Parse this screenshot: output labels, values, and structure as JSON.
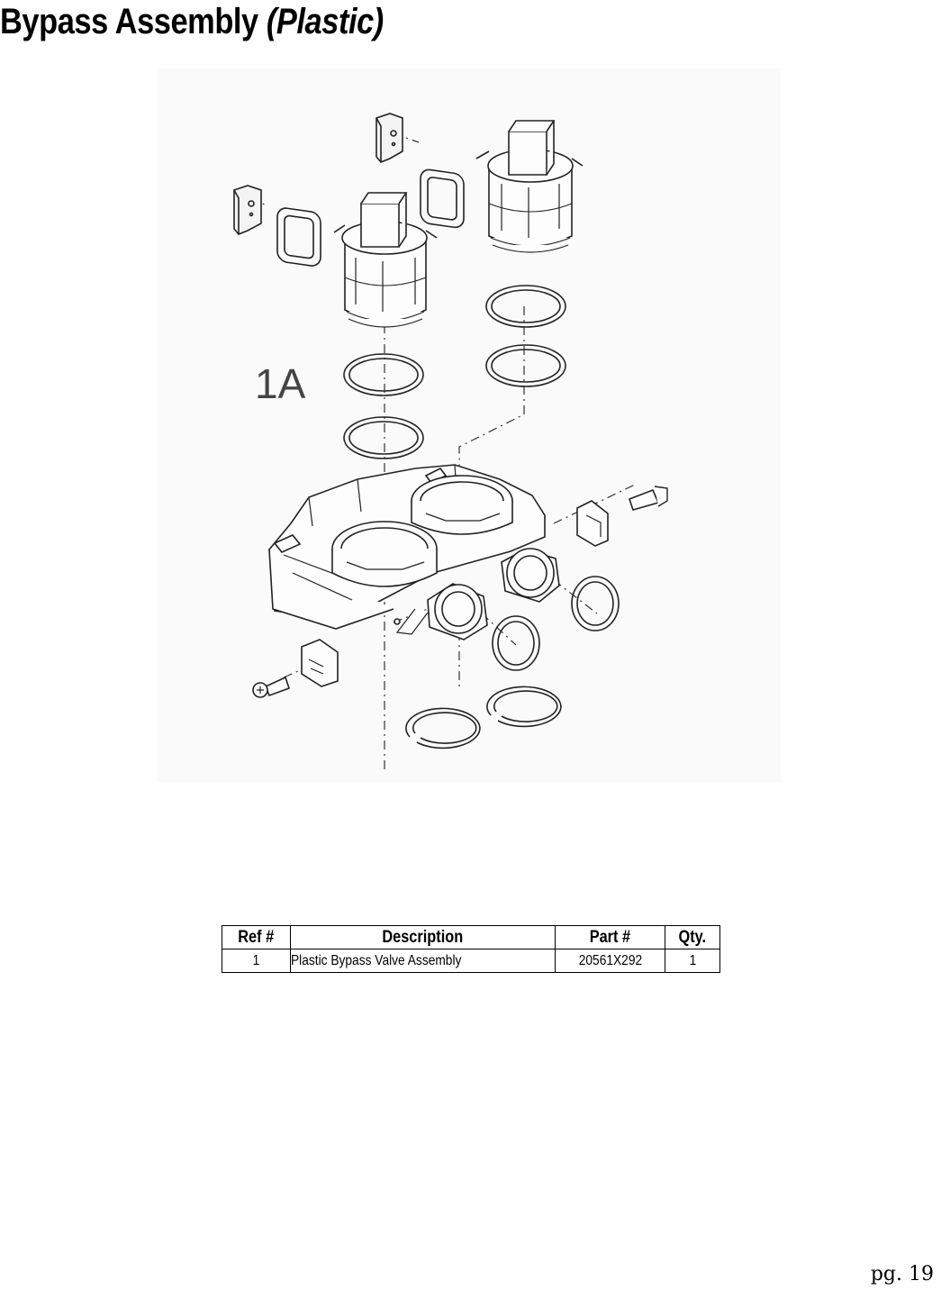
{
  "page": {
    "title_main": "Bypass Assembly",
    "title_emphasis": "(Plastic)",
    "page_number": "pg. 19"
  },
  "figure": {
    "callout": "1A"
  },
  "parts_table": {
    "headers": {
      "ref": "Ref #",
      "description": "Description",
      "part": "Part #",
      "qty": "Qty."
    },
    "rows": [
      {
        "ref": "1",
        "description": "Plastic Bypass Valve Assembly",
        "part": "20561X292",
        "qty": "1"
      }
    ]
  }
}
